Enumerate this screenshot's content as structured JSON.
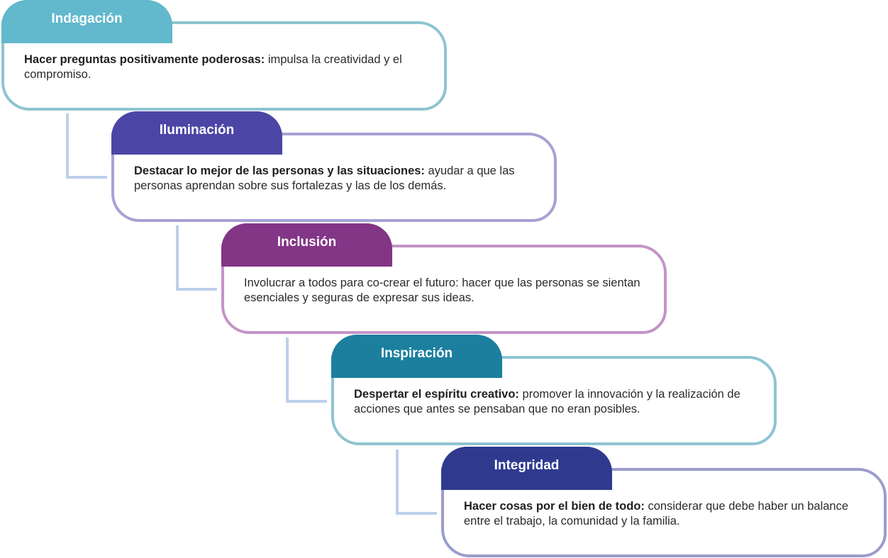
{
  "steps": [
    {
      "title": "Indagación",
      "bold": "Hacer preguntas positivamente poderosas:",
      "text": " impulsa la creatividad y el compromiso.",
      "tab_color": "#62b8cc",
      "border_color": "#8ec4d2"
    },
    {
      "title": "Iluminación",
      "bold": "Destacar lo mejor de las personas y las situaciones:",
      "text": " ayudar a que las personas aprendan sobre sus fortalezas y las de los demás.",
      "tab_color": "#4b46a5",
      "border_color": "#a6a2d4"
    },
    {
      "title": "Inclusión",
      "bold": "",
      "text": "Involucrar a todos para co-crear el futuro: hacer que las personas se sientan esenciales y seguras de expresar sus ideas.",
      "tab_color": "#833586",
      "border_color": "#c493c6"
    },
    {
      "title": "Inspiración",
      "bold": "Despertar el espíritu creativo:",
      "text": " promover la innovación y la realización de acciones que antes se pensaban que no eran posibles.",
      "tab_color": "#1c7f9e",
      "border_color": "#8ec4d2"
    },
    {
      "title": "Integridad",
      "bold": "Hacer cosas por el bien de todo:",
      "text": " considerar que debe haber un balance entre el trabajo, la comunidad y la familia.",
      "tab_color": "#2f3a8f",
      "border_color": "#9a9ccc"
    }
  ]
}
